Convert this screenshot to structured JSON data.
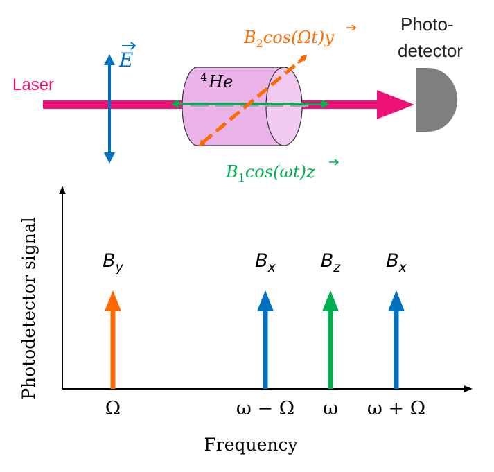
{
  "colors": {
    "laser": "#ee1277",
    "efield": "#0070c0",
    "b1": "#00b050",
    "b2": "#ff6a00",
    "cell_fill": "#eab3ea",
    "cell_face": "#f1c9f1",
    "detector": "#808080",
    "axis": "#000000",
    "dash": "#9aa8b0"
  },
  "setup": {
    "laser_label": "Laser",
    "efield_label": "E",
    "cell_label_sup": "4",
    "cell_label": "He",
    "b2_label": "B",
    "b2_sub": "2",
    "b2_rest": "cos(Ωt)",
    "b2_vec": "y",
    "b1_label": "B",
    "b1_sub": "1",
    "b1_rest": "cos(ωt)",
    "b1_vec": "z",
    "detector_line1": "Photo-",
    "detector_line2": "detector"
  },
  "chart_data": {
    "type": "bar",
    "ylabel": "Photodetector signal",
    "xlabel": "Frequency",
    "peaks": [
      {
        "label_main": "B",
        "label_sub": "y",
        "tick": "Ω",
        "x": 1,
        "value": 1,
        "color": "#ff6a00"
      },
      {
        "label_main": "B",
        "label_sub": "x",
        "tick": "ω − Ω",
        "x": 2,
        "value": 1,
        "color": "#0070c0"
      },
      {
        "label_main": "B",
        "label_sub": "z",
        "tick": "ω",
        "x": 3,
        "value": 1,
        "color": "#00b050"
      },
      {
        "label_main": "B",
        "label_sub": "x",
        "tick": "ω + Ω",
        "x": 4,
        "value": 1,
        "color": "#0070c0"
      }
    ]
  }
}
